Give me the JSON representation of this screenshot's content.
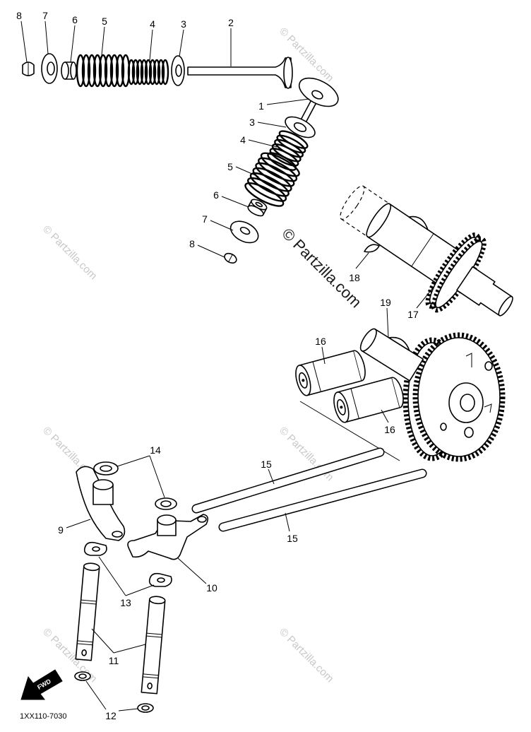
{
  "diagram": {
    "drawing_code": "1XX110-7030",
    "fwd_label": "FWD",
    "watermark": "© Partzilla.com",
    "callouts": [
      {
        "label": "8"
      },
      {
        "label": "7"
      },
      {
        "label": "6"
      },
      {
        "label": "5"
      },
      {
        "label": "4"
      },
      {
        "label": "3"
      },
      {
        "label": "2"
      },
      {
        "label": "1"
      },
      {
        "label": "3"
      },
      {
        "label": "4"
      },
      {
        "label": "5"
      },
      {
        "label": "6"
      },
      {
        "label": "7"
      },
      {
        "label": "8"
      },
      {
        "label": "18"
      },
      {
        "label": "19"
      },
      {
        "label": "17"
      },
      {
        "label": "16"
      },
      {
        "label": "16"
      },
      {
        "label": "14"
      },
      {
        "label": "15"
      },
      {
        "label": "15"
      },
      {
        "label": "9"
      },
      {
        "label": "10"
      },
      {
        "label": "13"
      },
      {
        "label": "11"
      },
      {
        "label": "12"
      }
    ]
  },
  "colors": {
    "line": "#000000",
    "background": "#ffffff",
    "watermark": "#c8c8c8"
  }
}
